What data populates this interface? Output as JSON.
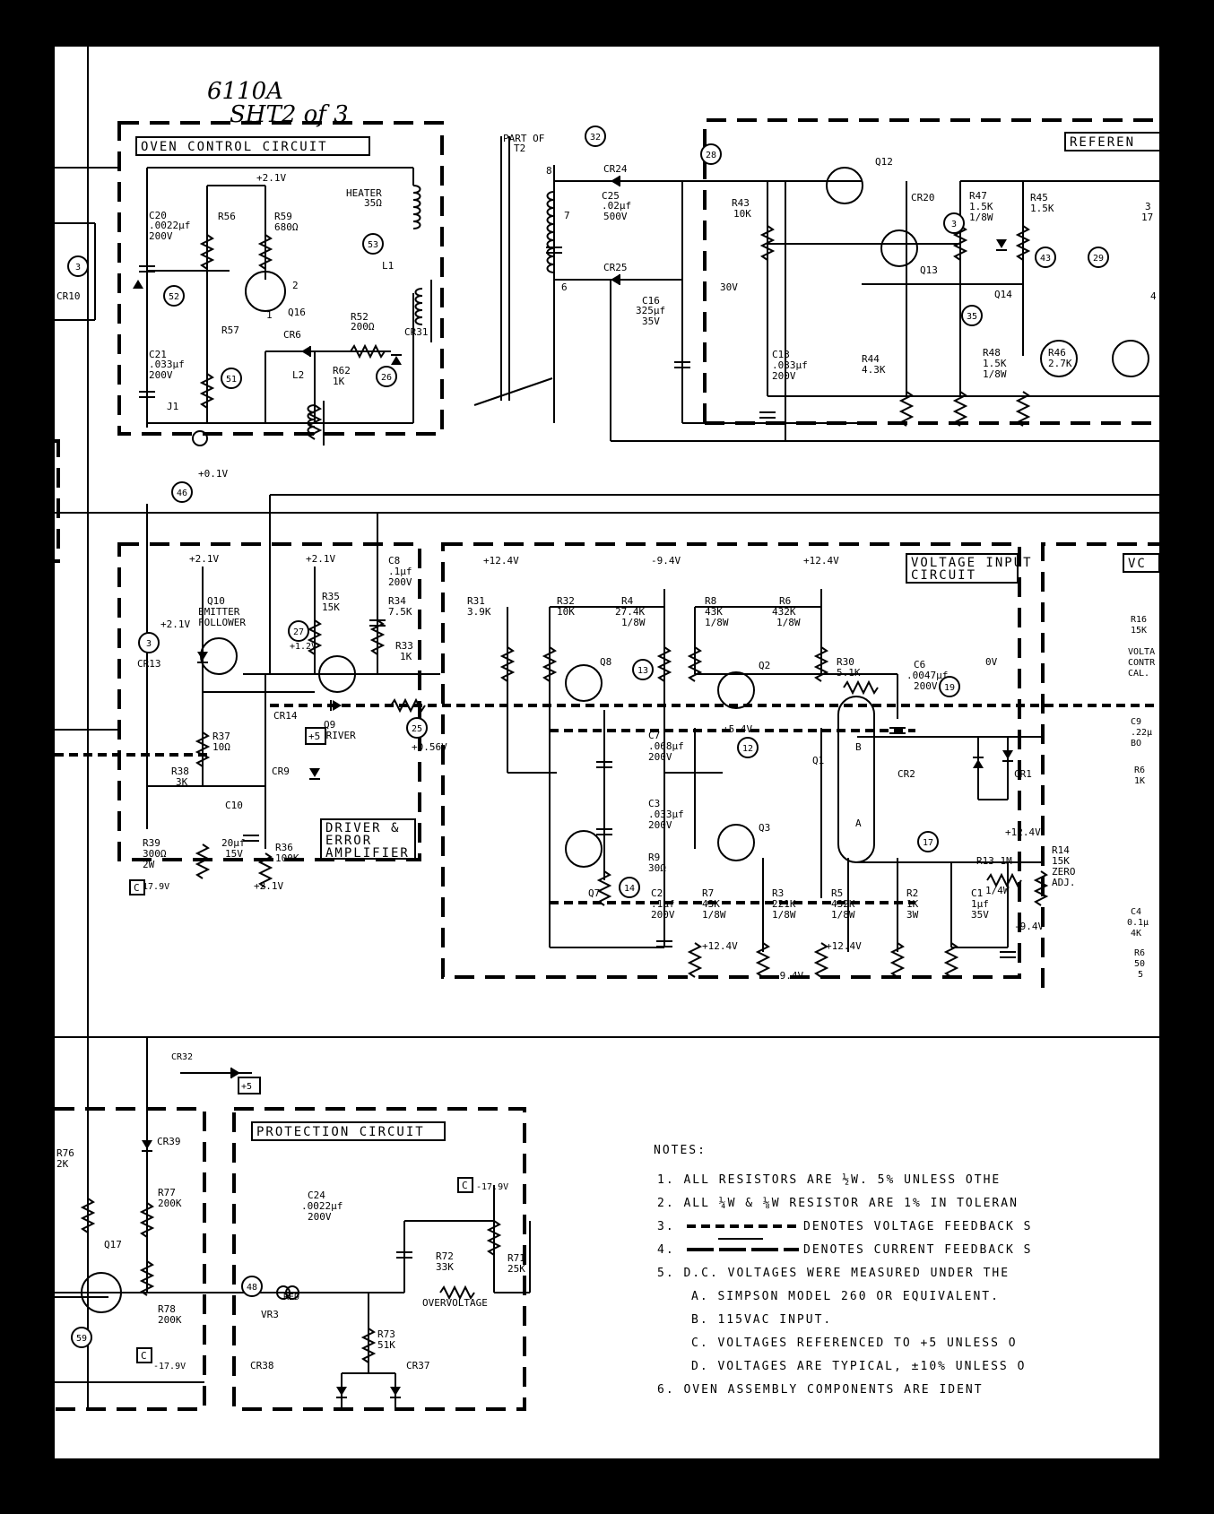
{
  "sheet_note": "6110A",
  "sheet_note2": "SHT2 of 3",
  "blocks": {
    "oven": "OVEN CONTROL CIRCUIT",
    "reference": "REFEREN",
    "driver": [
      "DRIVER &",
      "ERROR",
      "AMPLIFIER"
    ],
    "voltage_input": [
      "VOLTAGE INPUT",
      "CIRCUIT"
    ],
    "vc": "VC",
    "protection": "PROTECTION CIRCUIT"
  },
  "transformer": {
    "label": [
      "PART OF",
      "T2"
    ],
    "pins": [
      "8",
      "7",
      "6"
    ]
  },
  "nodes": [
    "32",
    "28",
    "53",
    "52",
    "51",
    "26",
    "43",
    "29",
    "35",
    "46",
    "27",
    "25",
    "13",
    "12",
    "14",
    "19",
    "17",
    "48",
    "59",
    "3",
    "3",
    "3"
  ],
  "oven_parts": {
    "c20": [
      "C20",
      ".0022µf",
      "200V"
    ],
    "r56": "R56",
    "r59": [
      "R59",
      "680Ω"
    ],
    "heater": [
      "HEATER",
      "35Ω"
    ],
    "l1": "L1",
    "q16": "Q16",
    "c21": [
      "C21",
      ".033µf",
      "200V"
    ],
    "r57": "R57",
    "cr6": "CR6",
    "r52": [
      "R52",
      "200Ω"
    ],
    "cr31": "CR31",
    "j1": "J1",
    "l2": "L2",
    "r62": [
      "R62",
      "1K"
    ],
    "supply": "+2.1V",
    "pin2": "2",
    "pin1": "1",
    "cr10": "CR10"
  },
  "supply_parts": {
    "cr24": "CR24",
    "c25": [
      "C25",
      ".02µf",
      "500V"
    ],
    "cr25": "CR25",
    "c16": [
      "C16",
      "325µf",
      "35V"
    ],
    "v30": "30V"
  },
  "ref_parts": {
    "q12": "Q12",
    "r43": [
      "R43",
      "10K"
    ],
    "cr20": "CR20",
    "r47": [
      "R47",
      "1.5K",
      "1/8W"
    ],
    "r45": [
      "R45",
      "1.5K"
    ],
    "trunc": [
      "3",
      "17"
    ],
    "q13": "Q13",
    "q14": "Q14",
    "c13": [
      "C13",
      ".033µf",
      "200V"
    ],
    "r44": [
      "R44",
      "4.3K"
    ],
    "r48": [
      "R48",
      "1.5K",
      "1/8W"
    ],
    "r46": [
      "R46",
      "2.7K"
    ],
    "trunc2": "4"
  },
  "driver_parts": {
    "v01": "+0.1V",
    "p21a": "+2.1V",
    "p21b": "+2.1V",
    "q10": [
      "Q10",
      "EMITTER",
      "FOLLOWER"
    ],
    "cr13": "CR13",
    "cr13v": "+2.1V",
    "r35": [
      "R35",
      "15K"
    ],
    "c8": [
      "C8",
      ".1µf",
      "200V"
    ],
    "r34": [
      "R34",
      "7.5K"
    ],
    "r33": [
      "R33",
      "1K"
    ],
    "n27v": "+1.2V",
    "q9": [
      "Q9",
      "DRIVER"
    ],
    "cr14": "CR14",
    "n25v": "+0.56V",
    "r37": [
      "R37",
      "10Ω"
    ],
    "cr9": "CR9",
    "r38": [
      "R38",
      "3K"
    ],
    "c10": [
      "C10",
      "20µf",
      "15V"
    ],
    "r39": [
      "R39",
      "300Ω",
      "2W"
    ],
    "r36": [
      "R36",
      "100K"
    ],
    "n179": "-17.9V",
    "p21c": "+2.1V",
    "p5": "+5",
    "c_sym": "C"
  },
  "vin_parts": {
    "p124a": "+12.4V",
    "m94a": "-9.4V",
    "p124b": "+12.4V",
    "r31": [
      "R31",
      "3.9K"
    ],
    "r32": [
      "R32",
      "10K"
    ],
    "r4": [
      "R4",
      "27.4K",
      "1/8W"
    ],
    "r8": [
      "R8",
      "43K",
      "1/8W"
    ],
    "r6": [
      "R6",
      "432K",
      "1/8W"
    ],
    "r30": [
      "R30",
      "5.1K"
    ],
    "c6": [
      "C6",
      ".0047µf",
      "200V"
    ],
    "ov": "0V",
    "q8": "Q8",
    "q2": "Q2",
    "c7": [
      "C7",
      ".068µf",
      "200V"
    ],
    "p54": "+5.4V",
    "q1": "Q1",
    "b": "B",
    "a": "A",
    "cr2": "CR2",
    "cr1": "CR1",
    "c3": [
      "C3",
      ".033µf",
      "200V"
    ],
    "r9": [
      "R9",
      "30Ω"
    ],
    "q3": "Q3",
    "q7": "Q7",
    "c2": [
      "C2",
      ".1µf",
      "200V"
    ],
    "r7": [
      "R7",
      "43K",
      "1/8W"
    ],
    "r3": [
      "R3",
      "221K",
      "1/8W"
    ],
    "r5": [
      "R5",
      "432K",
      "1/8W"
    ],
    "r2": [
      "R2",
      "1K",
      "3W"
    ],
    "c1": [
      "C1",
      "1µf",
      "35V"
    ],
    "p124c": "+12.4V",
    "p124d": "+12.4V",
    "m94b": "-9.4V",
    "r13": [
      "R13 1M",
      "1/4W"
    ],
    "p124e": "+12.4V",
    "r14": [
      "R14",
      "15K",
      "ZERO",
      "ADJ."
    ],
    "m94c": "-9.4V"
  },
  "right_trunc": [
    "R16",
    "15K",
    "VOLTA",
    "CONTR",
    "CAL.",
    "C9",
    ".22µ",
    "BO",
    "R6",
    "1K",
    "C4",
    "0.1µ",
    "4K",
    "R6",
    "50",
    "5"
  ],
  "protection_parts": {
    "cr32": "CR32",
    "cr39": "CR39",
    "r76": [
      "R76",
      "2K"
    ],
    "r77": [
      "R77",
      "200K"
    ],
    "q17": "Q17",
    "r78": [
      "R78",
      "200K"
    ],
    "n179a": "-17.9V",
    "n179b": "-17.9V",
    "c24": [
      "C24",
      ".0022µf",
      "200V"
    ],
    "r72": [
      "R72",
      "33K"
    ],
    "r71": [
      "R71",
      "25K"
    ],
    "ov": "OVERVOLTAGE",
    "vr3": "VR3",
    "red": "RED",
    "r73": [
      "R73",
      "51K"
    ],
    "cr38": "CR38",
    "cr37": "CR37",
    "c_sym": "C",
    "plus5": "+5"
  },
  "notes": {
    "heading": "NOTES:",
    "lines": [
      "1.   ALL RESISTORS ARE ½W. 5% UNLESS OTHE",
      "2.   ALL ¼W & ⅛W RESISTOR ARE 1% IN TOLERAN",
      "DENOTES VOLTAGE FEEDBACK S",
      "DENOTES CURRENT FEEDBACK S",
      "5.  D.C. VOLTAGES WERE MEASURED UNDER THE",
      "A.  SIMPSON MODEL 260 OR EQUIVALENT.",
      "B.  115VAC INPUT.",
      "C.  VOLTAGES REFERENCED TO +5 UNLESS O",
      "D.  VOLTAGES ARE TYPICAL, ±10% UNLESS O",
      "6. OVEN ASSEMBLY COMPONENTS ARE IDENT"
    ],
    "n3": "3.",
    "n4": "4."
  }
}
